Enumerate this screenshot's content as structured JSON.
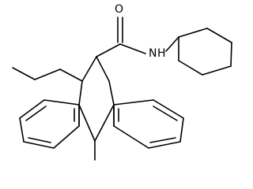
{
  "atom_labels": {
    "oxygen": "O",
    "amide_nitrogen": "N",
    "amide_hydrogen": "H"
  },
  "colors": {
    "bond": "#000000",
    "label": "#000000",
    "background": "#ffffff"
  }
}
